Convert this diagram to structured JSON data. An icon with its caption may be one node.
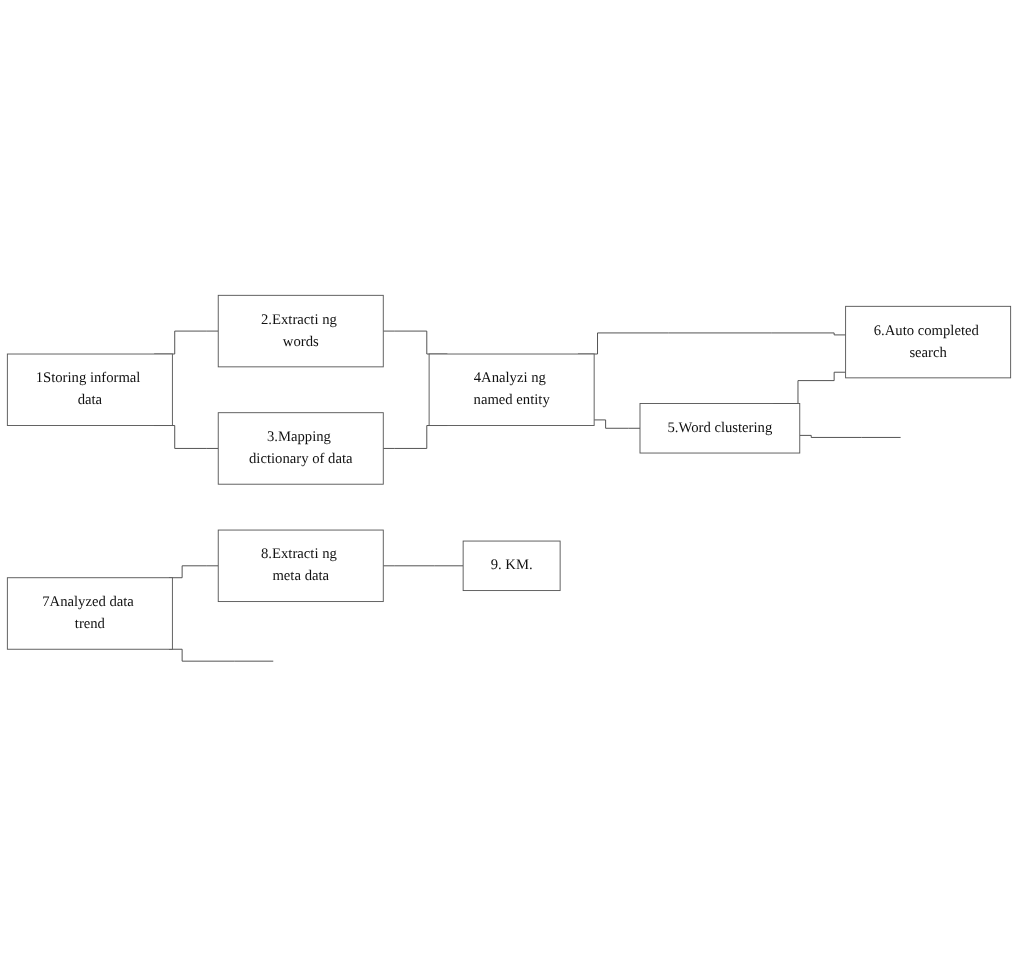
{
  "diagram": {
    "nodes": [
      {
        "text": [
          "1Storing informal data"
        ]
      },
      {
        "text": [
          "2.Extracti ng words"
        ]
      },
      {
        "text": [
          "3.Mapping dictionary of data"
        ]
      },
      {
        "text": [
          "4Analyzi ng named entity"
        ]
      },
      {
        "text": [
          "5.Word clustering"
        ]
      },
      {
        "text": [
          "6.Auto completed search"
        ]
      },
      {
        "text": [
          "7Analyzed data trend"
        ]
      },
      {
        "text": [
          "8.Extracti ng meta data"
        ]
      },
      {
        "text": [
          "9. KM."
        ]
      }
    ],
    "edges": [
      {
        "from": 0,
        "to": 1,
        "arrow": "none"
      },
      {
        "from": 0,
        "to": 2,
        "arrow": "none"
      },
      {
        "from": 1,
        "to": 3,
        "arrow": "none"
      },
      {
        "from": 2,
        "to": 3,
        "arrow": "none"
      },
      {
        "from": 3,
        "to": 4,
        "arrow": "none"
      },
      {
        "from": 3,
        "to": 5,
        "arrow": "none"
      },
      {
        "from": 4,
        "to": 5,
        "arrow": "none"
      },
      {
        "from": 4,
        "to": null,
        "arrow": "none"
      },
      {
        "from": 6,
        "to": null,
        "arrow": "none"
      },
      {
        "from": 6,
        "to": 7,
        "arrow": "none"
      },
      {
        "from": 7,
        "to": 8,
        "arrow": "none"
      }
    ]
  }
}
